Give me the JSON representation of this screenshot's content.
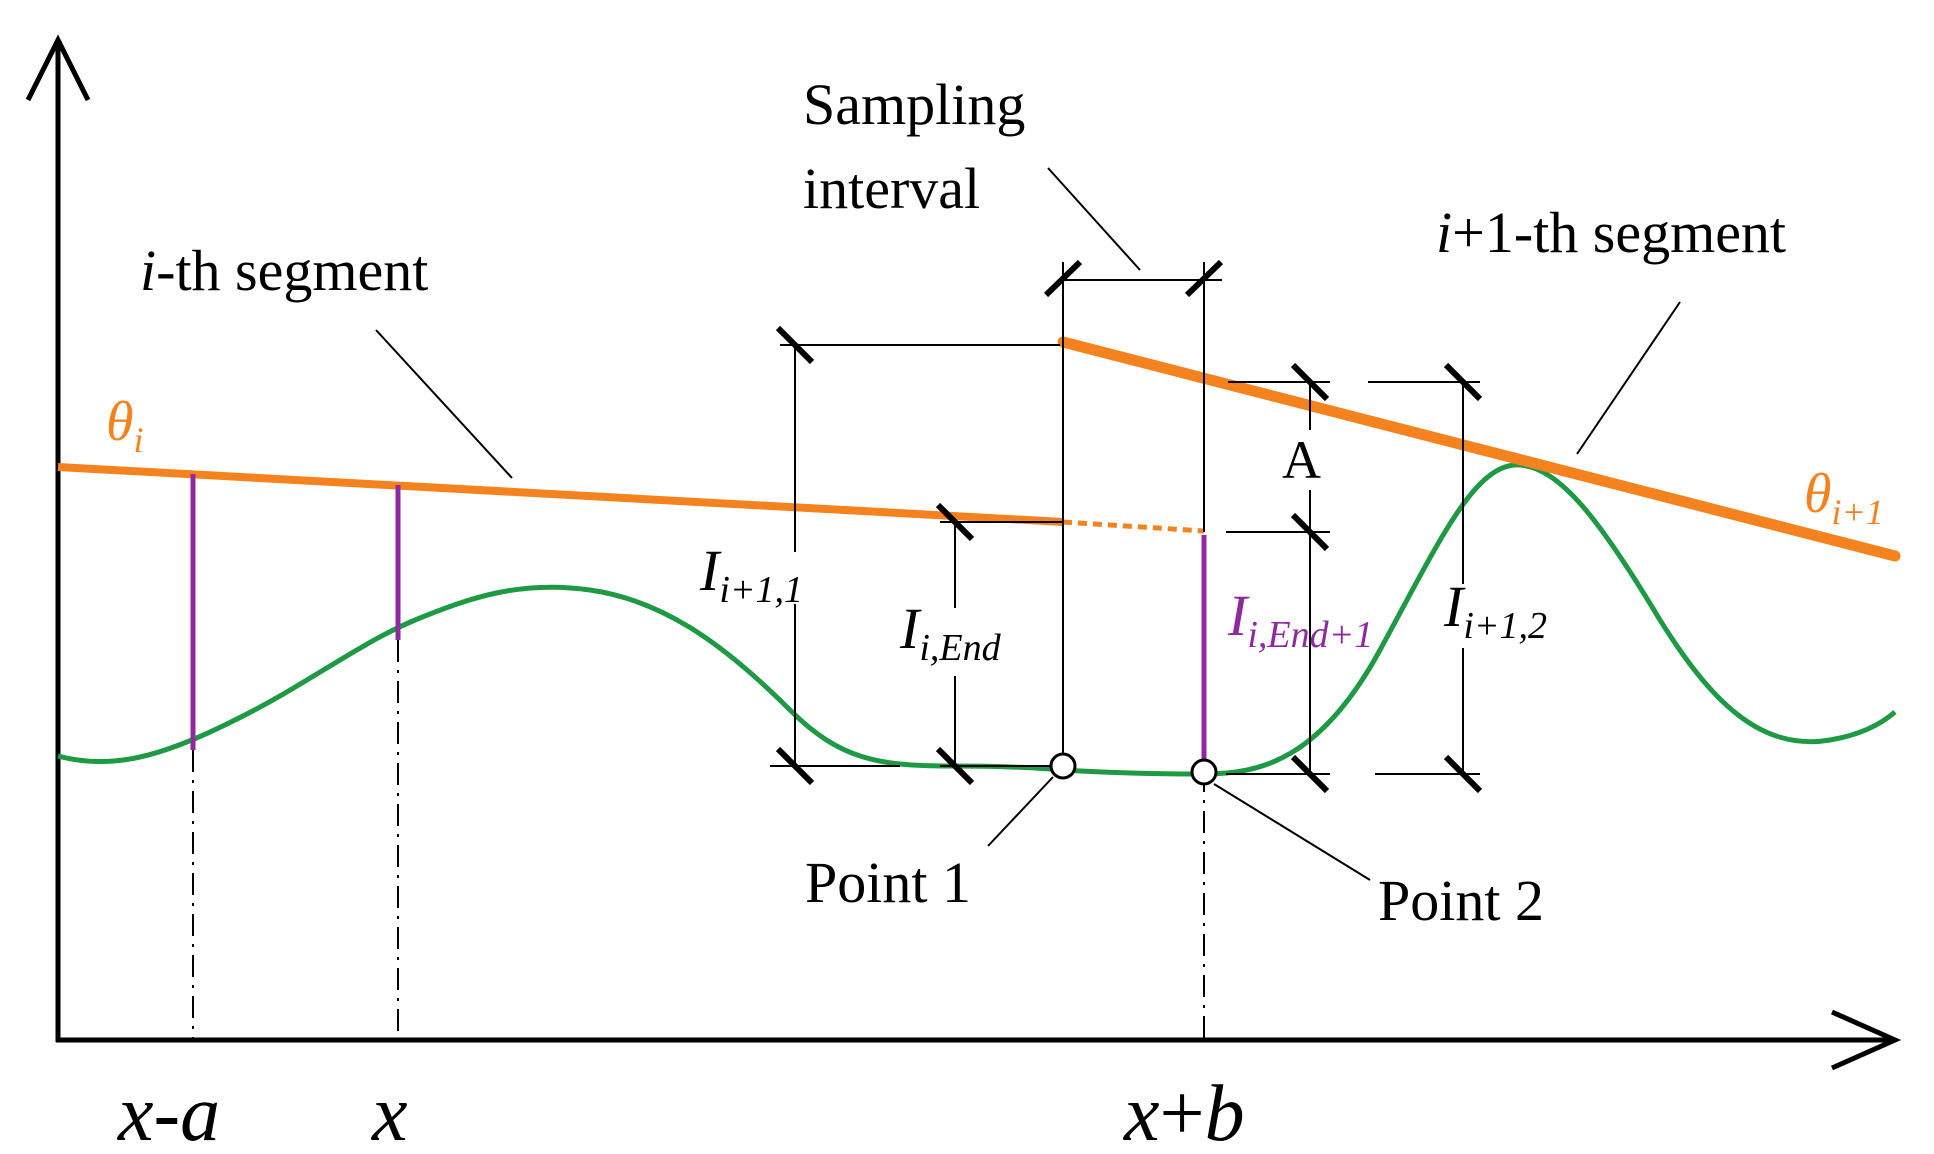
{
  "labels": {
    "sampling_line1": "Sampling",
    "sampling_line2": "interval",
    "seg_i_var": "i",
    "seg_i_rest": "-th segment",
    "seg_i1_var": "i",
    "seg_i1_rest": "+1-th segment",
    "theta": "θ",
    "theta_i_sub": "i",
    "theta_i1_sub": "i+1",
    "I": "I",
    "I_i1_1_sub": "i+1,1",
    "I_iEnd_sub": "i,End",
    "I_iEnd1_sub": "i,End+1",
    "I_i1_2_sub": "i+1,2",
    "A": "A",
    "point1": "Point 1",
    "point2": "Point 2",
    "x_minus_a_x": "x",
    "x_minus_a_dash": "-",
    "x_minus_a_a": "a",
    "x_label": "x",
    "x_plus_b_x": "x",
    "x_plus_b_plus": "+",
    "x_plus_b_b": "b"
  },
  "colors": {
    "segment": "#F4831F",
    "signal": "#1E9A45",
    "highlight": "#8E2A9E",
    "ink": "#000000"
  }
}
